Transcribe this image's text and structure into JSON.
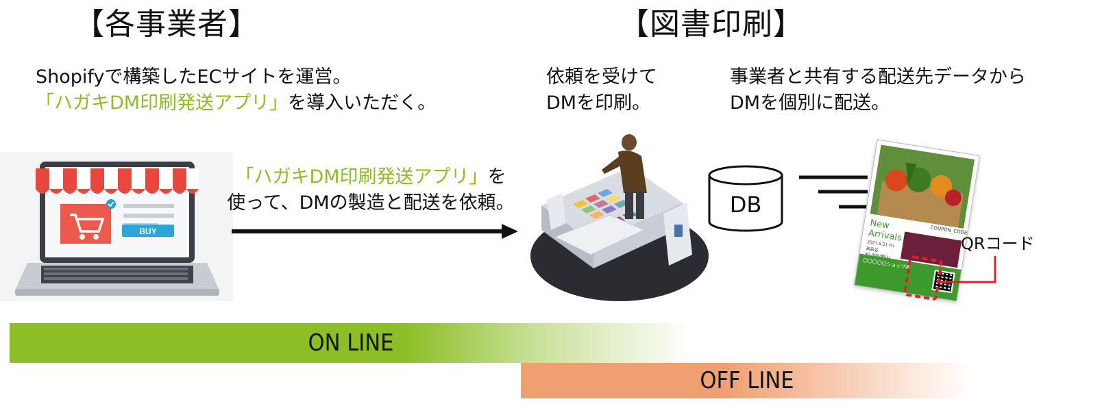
{
  "left_section": {
    "heading": "【各事業者】",
    "desc_line1": "Shopifyで構築したECサイトを運営。",
    "desc_line2_green": "「ハガキDM印刷発送アプリ」",
    "desc_line2_rest": "を導入いただく。"
  },
  "right_section": {
    "heading": "【図書印刷】",
    "print_line1": "依頼を受けて",
    "print_line2": "DMを印刷。",
    "ship_line1": "事業者と共有する配送先データから",
    "ship_line2": "DMを個別に配送。"
  },
  "arrow_label": {
    "line1_green": "「ハガキDM印刷発送アプリ」",
    "line1_rest": "を",
    "line2": "使って、DMの製造と配送を依頼。"
  },
  "laptop": {
    "buy_label": "BUY"
  },
  "db_label": "DB",
  "dm_card": {
    "title_line1": "New",
    "title_line2": "Arrivals",
    "shop_name": "〇〇〇〇〇ショップ名",
    "coupon": "COUPON_CODE",
    "date": "2021.5.21 Fri",
    "item": "商品名",
    "price": "¥2,000(税込)"
  },
  "qr_label": "QRコード",
  "bands": {
    "online": "ON LINE",
    "offline": "OFF LINE"
  },
  "colors": {
    "accent_green": "#8cbd22",
    "online_band": "#8cbf26",
    "offline_band": "#f0a070",
    "qr_highlight": "#e0202a"
  }
}
